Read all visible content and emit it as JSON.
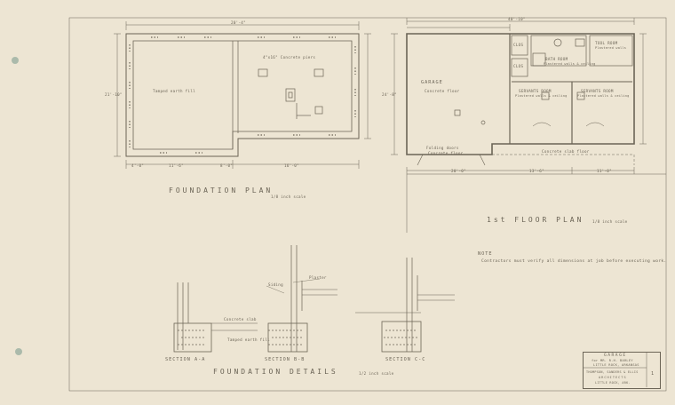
{
  "foundation_plan": {
    "title": "FOUNDATION PLAN",
    "scale": "1/8 inch scale",
    "notes": [
      "4\"x16\" Concrete piers",
      "Tamped earth fill"
    ],
    "dims": [
      "20'-4\"",
      "11'-6\"",
      "16'-0\"",
      "4'-0\"",
      "8'-0\"",
      "21'-10\""
    ]
  },
  "floor_plan": {
    "title": "1st FLOOR PLAN",
    "scale": "1/8 inch scale",
    "rooms": {
      "garage": "GARAGE",
      "garage_note": "Concrete floor",
      "garage_door": "Folding doors",
      "garage_door_note": "Concrete floor",
      "bath": "BATH ROOM",
      "bath_note": "Plastered walls & ceiling",
      "servants1": "SERVANTS ROOM",
      "servants1_note": "Plastered walls & ceiling",
      "servants2": "SERVANTS ROOM",
      "servants2_note": "Plastered walls & ceiling",
      "tool": "TOOL ROOM",
      "tool_note": "Plastered walls",
      "clos1": "CLOS",
      "clos2": "CLOS",
      "porch": "Concrete slab floor"
    },
    "dims": [
      "40'-10\"",
      "24'-8\"",
      "20'-0\"",
      "13'-6\"",
      "11'-0\""
    ]
  },
  "foundation_details": {
    "title": "FOUNDATION DETAILS",
    "scale": "1/2 inch scale",
    "sections": [
      "SECTION A-A",
      "SECTION B-B",
      "SECTION C-C"
    ],
    "callouts": [
      "Concrete slab",
      "Tamped earth fill",
      "Siding",
      "Plaster"
    ]
  },
  "note": {
    "heading": "NOTE",
    "text": "Contractors must verify all dimensions at job before executing work."
  },
  "title_block": {
    "line1": "GARAGE",
    "line2": "for  MR. R.H. BARLEY",
    "line3": "LITTLE ROCK, ARKANSAS",
    "line4": "THOMPSON, SANDERS & ELLIS",
    "line5": "ARCHITECTS",
    "line6": "LITTLE ROCK, ARK.",
    "sheet": "1"
  },
  "colors": {
    "paper": "#ede5d3",
    "ink": "#6b6456"
  }
}
